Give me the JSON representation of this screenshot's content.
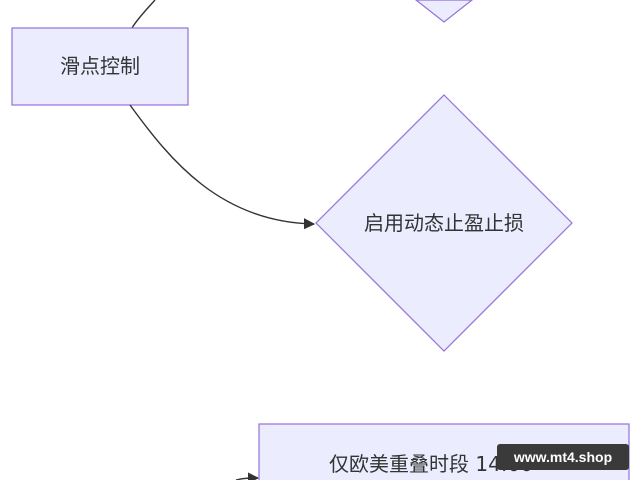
{
  "diagram": {
    "nodes": {
      "slippage_control": {
        "label": "滑点控制"
      },
      "dynamic_tp_sl": {
        "label": "启用动态止盈止损"
      },
      "session_filter": {
        "label": "仅欧美重叠时段 14:00-"
      }
    }
  },
  "watermark": {
    "text": "www.mt4.shop"
  },
  "colors": {
    "node_fill": "#ECECFF",
    "node_stroke": "#9370DB",
    "edge": "#333333",
    "text": "#333333",
    "watermark_bg": "#3a3a3a"
  }
}
